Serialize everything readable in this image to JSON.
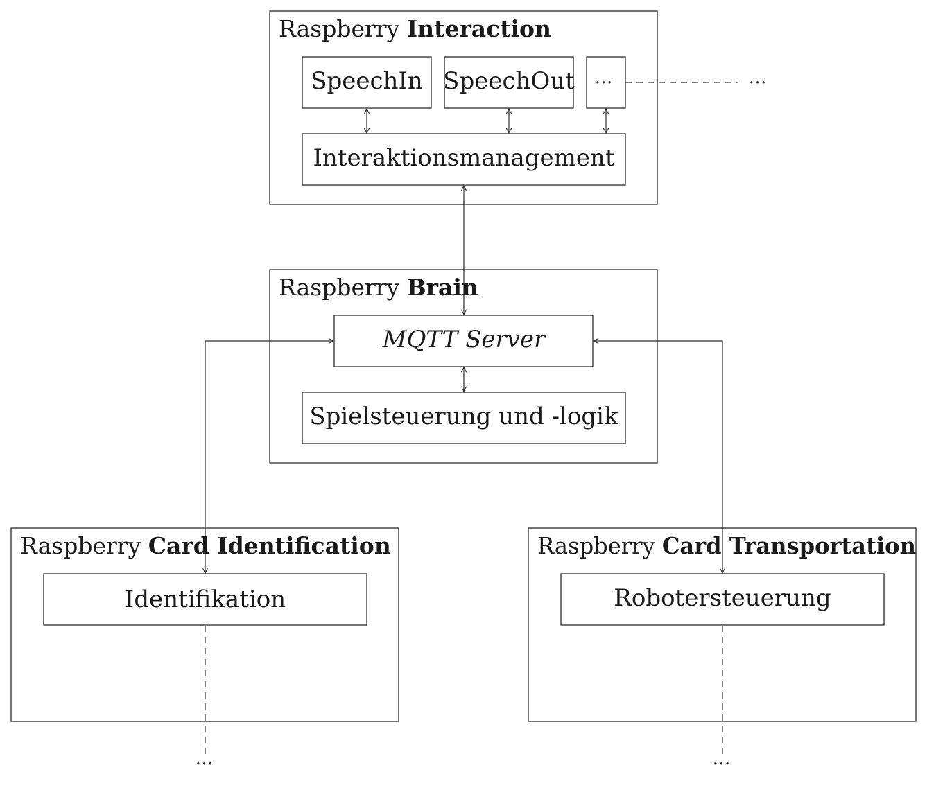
{
  "groups": {
    "interaction": {
      "prefix": "Raspberry",
      "name": "Interaction"
    },
    "brain": {
      "prefix": "Raspberry",
      "name": "Brain"
    },
    "identification": {
      "prefix": "Raspberry",
      "name": "Card Identification"
    },
    "transportation": {
      "prefix": "Raspberry",
      "name": "Card Transportation"
    }
  },
  "nodes": {
    "speech_in": "SpeechIn",
    "speech_out": "SpeechOut",
    "more": "…",
    "interaktionsmanagement": "Interaktionsmanagement",
    "mqtt_server": "MQTT Server",
    "spielsteuerung": "Spielsteuerung und -logik",
    "identifikation": "Identifikation",
    "robotersteuerung": "Robotersteuerung"
  },
  "ellipses": {
    "interaction_right": "…",
    "identification_bottom": "…",
    "transportation_bottom": "…"
  }
}
